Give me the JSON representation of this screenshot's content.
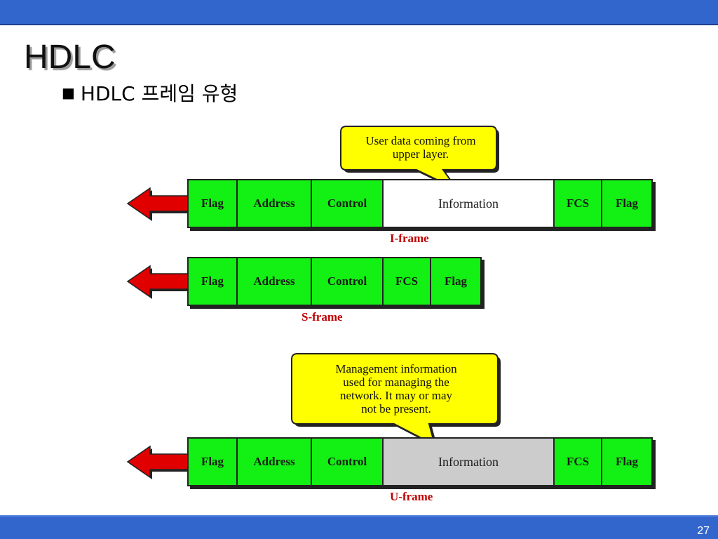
{
  "slide": {
    "title": "HDLC",
    "bullet_mark": "■",
    "bullet_text": "HDLC 프레임 유형",
    "page_number": "27"
  },
  "colors": {
    "bar_blue": "#3366cc",
    "field_green": "#13f013",
    "arrow_red": "#e00000",
    "callout_yellow": "#ffff00",
    "label_red": "#c00000"
  },
  "callouts": {
    "iframe": "User data coming from upper layer.",
    "uframe_line1": "Management information",
    "uframe_line2": "used for managing the",
    "uframe_line3": "network. It may or may",
    "uframe_line4": "not be present."
  },
  "frames": {
    "iframe": {
      "label": "I-frame",
      "fields": [
        "Flag",
        "Address",
        "Control",
        "Information",
        "FCS",
        "Flag"
      ]
    },
    "sframe": {
      "label": "S-frame",
      "fields": [
        "Flag",
        "Address",
        "Control",
        "FCS",
        "Flag"
      ]
    },
    "uframe": {
      "label": "U-frame",
      "fields": [
        "Flag",
        "Address",
        "Control",
        "Information",
        "FCS",
        "Flag"
      ]
    }
  },
  "icons": {
    "direction_arrow": "left-arrow-icon"
  }
}
